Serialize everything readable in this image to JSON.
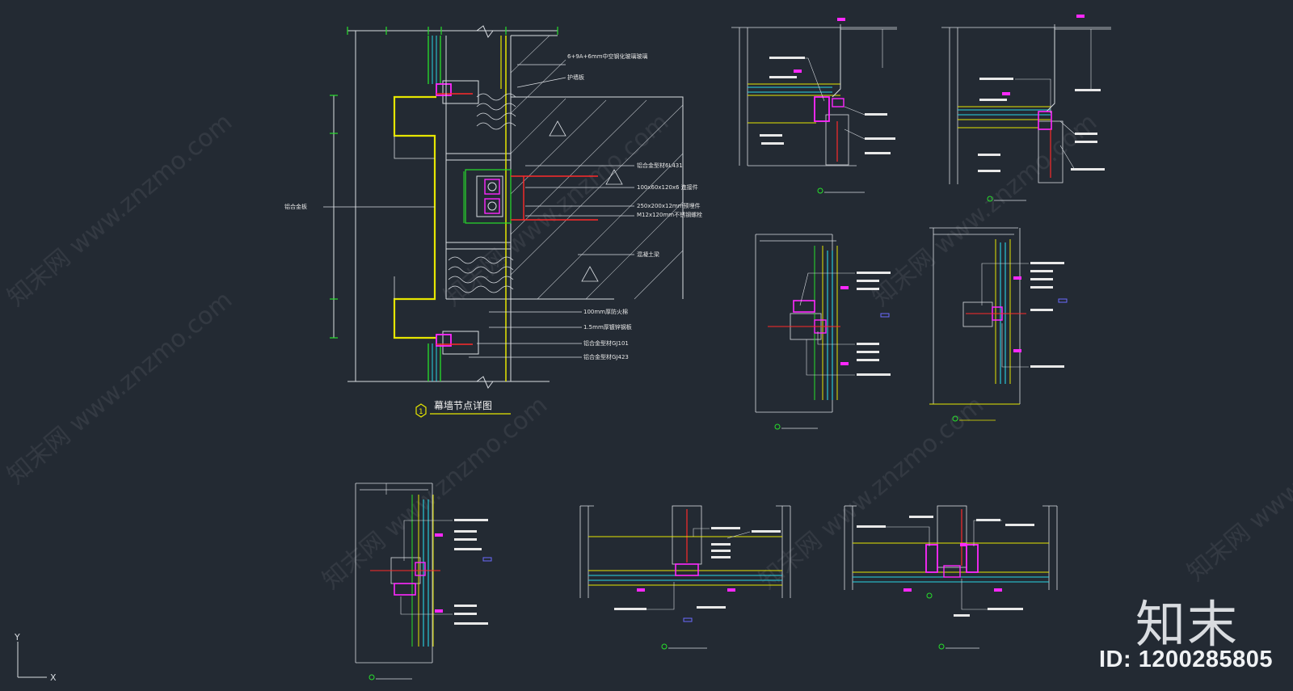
{
  "colors": {
    "background": "#232a33",
    "line_white": "#d9dde2",
    "line_green": "#27e02b",
    "line_yellow": "#e6e600",
    "line_magenta": "#ff28ff",
    "line_red": "#ff2a2a",
    "line_cyan": "#29d6e6",
    "dim_gray": "#9aa3ad"
  },
  "main_detail": {
    "title": "幕墙节点详图",
    "number": "1",
    "labels": {
      "glass": "6+9A+6mm中空钢化玻璃玻璃",
      "wall_board": "护墙板",
      "frame": "铝合金板",
      "profile_1": "铝合金型材6L431",
      "connector": "100x60x120x6 连接件",
      "embed_plate": "250x200x12mm预埋件",
      "bolt": "M12x120mm不锈钢螺栓",
      "concrete": "混凝土梁",
      "fireproof": "100mm厚防火棉",
      "steel_plate": "1.5mm厚镀锌钢板",
      "profile_2": "铝合金型材GJ101",
      "profile_3": "铝合金型材GJ423"
    }
  },
  "watermark": {
    "text": "知末网 www.znzmo.com"
  },
  "brand": {
    "logo_text": "知末",
    "id_label": "ID: 1200285805"
  },
  "ucs": {
    "x_label": "X",
    "y_label": "Y"
  }
}
